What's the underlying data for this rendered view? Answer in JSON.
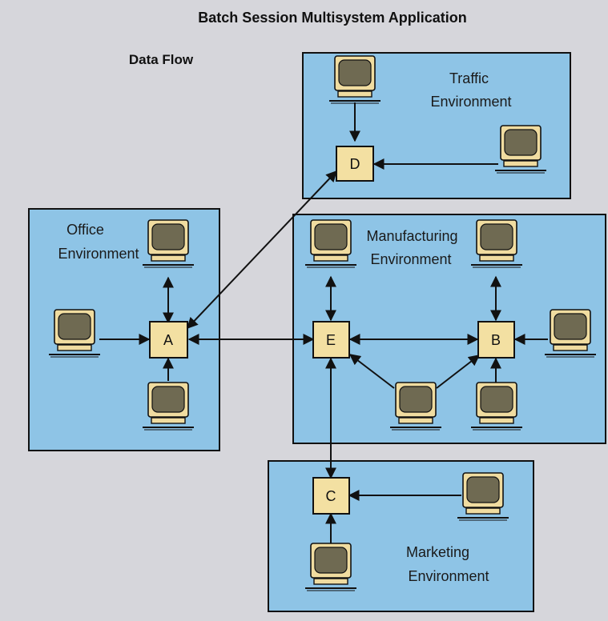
{
  "title": "Batch Session Multisystem Application",
  "subtitle": "Data Flow",
  "environments": {
    "traffic": [
      "Traffic",
      "Environment"
    ],
    "office": [
      "Office",
      "Environment"
    ],
    "manufacturing": [
      "Manufacturing",
      "Environment"
    ],
    "marketing": [
      "Marketing",
      "Environment"
    ]
  },
  "nodes": {
    "a": "A",
    "b": "B",
    "c": "C",
    "d": "D",
    "e": "E"
  },
  "colors": {
    "background": "#d6d6db",
    "environment_fill": "#8ec4e6",
    "node_fill": "#f3e0a2",
    "terminal_body": "#f0dca0",
    "terminal_screen": "#6f6a52",
    "line": "#111111"
  },
  "icons": {
    "terminal": "computer-terminal-icon"
  }
}
